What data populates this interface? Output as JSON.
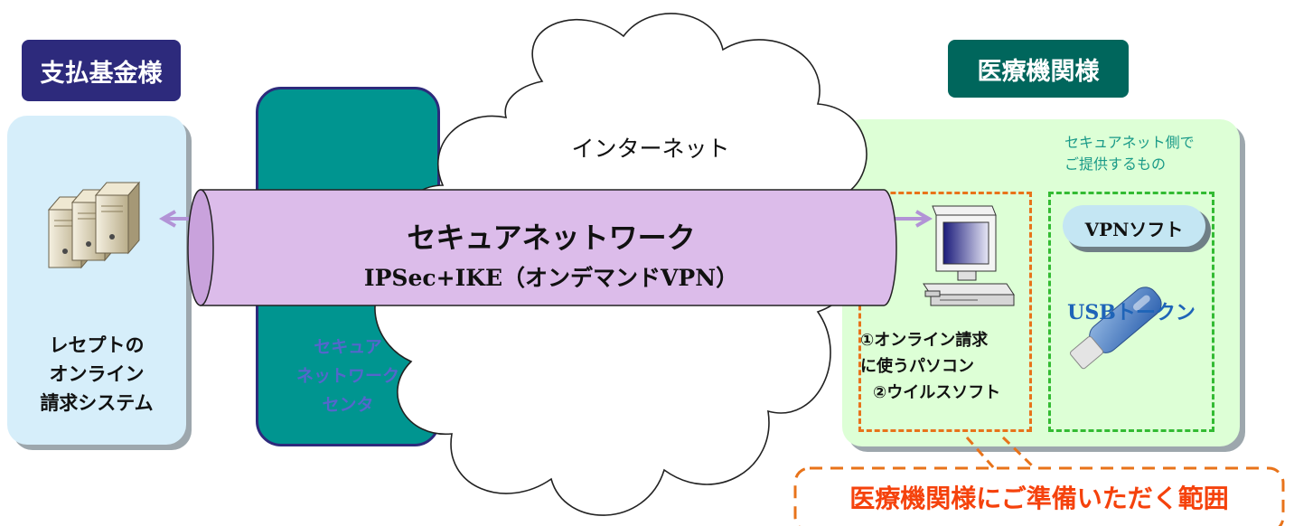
{
  "left_section": {
    "label": "支払基金様",
    "system_lines": [
      "レセプトの",
      "オンライン",
      "請求システム"
    ],
    "icon": "server-icon"
  },
  "center_section": {
    "lines": [
      "セキュア",
      "ネットワーク",
      "センタ"
    ]
  },
  "internet": {
    "label": "インターネット"
  },
  "tube": {
    "title": "セキュアネットワーク",
    "subtitle": "IPSec+IKE（オンデマンドVPN）"
  },
  "right_section": {
    "label": "医療機関様",
    "provided_lines": [
      "セキュアネット側で",
      "ご提供するもの"
    ],
    "pc_lines": [
      "①オンライン請求",
      "に使うパソコン",
      "②ウイルスソフト"
    ],
    "vpn_label": "VPNソフト",
    "usb_label": "USBトークン",
    "pc_icon": "desktop-computer-icon",
    "usb_icon": "usb-token-icon"
  },
  "callout": {
    "text": "医療機関様にご準備いただく範囲"
  },
  "colors": {
    "left_label_bg": "#2d2a7c",
    "right_label_bg": "#00665c",
    "left_panel": "#d6eefa",
    "center_panel": "#009590",
    "right_panel": "#ddffd6",
    "tube": "#dcbcea",
    "orange": "#e8731a",
    "green_dash": "#33bb33",
    "callout_text": "#f5420c"
  }
}
